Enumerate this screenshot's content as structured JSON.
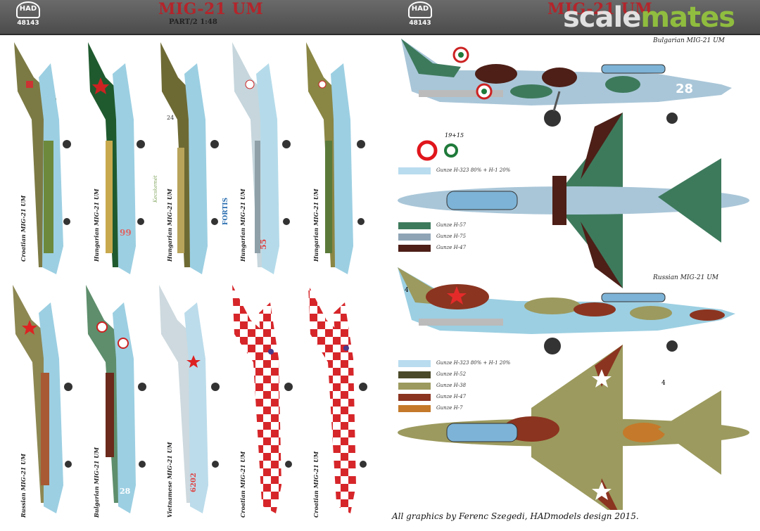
{
  "header": {
    "left_logo": "HAD",
    "left_code": "48143",
    "left_title": "MIG-21 UM",
    "left_subtitle": "PART/2 1:48",
    "right_logo": "HAD",
    "right_code": "48143",
    "right_title": "MIG-21 UM",
    "watermark_a": "scale",
    "watermark_b": "mates"
  },
  "top_row_labels": [
    "Croatian MIG-21 UM",
    "Hungarian MIG-21 UM",
    "Hungarian MIG-21 UM",
    "Hungarian MIG-21 UM",
    "Hungarian MIG-21 UM"
  ],
  "bottom_row_labels": [
    "Russian MIG-21 UM",
    "Bulgarian MIG-21 UM",
    "Vietnamese MIG-21 UM",
    "Croatian MIG-21 UM",
    "Croatian MIG-21 UM"
  ],
  "profiles": {
    "bulgarian_caption": "Bulgarian MIG-21 UM",
    "russian_caption": "Russian MIG-21 UM",
    "bulgarian_number": "28",
    "roundel_note": "19+15",
    "russian_callout": "4",
    "hungarian_top_number": "55",
    "viet_number": "6202",
    "bulgarian_small_number": "28",
    "fortis": "FORTIS"
  },
  "legend_bulgarian": [
    {
      "label": "Gunze H-323 80% + H-1 20%",
      "color": "#b9dcef"
    },
    {
      "label": "Gunze H-57",
      "color": "#3d7a5c"
    },
    {
      "label": "Gunze H-75",
      "color": "#8fa5b6"
    },
    {
      "label": "Gunze H-47",
      "color": "#4d1f17"
    }
  ],
  "legend_russian": [
    {
      "label": "Gunze H-323 80% + H-1 20%",
      "color": "#b9dcef"
    },
    {
      "label": "Gunze H-52",
      "color": "#4a4a2a"
    },
    {
      "label": "Gunze H-38",
      "color": "#9c9a5e"
    },
    {
      "label": "Gunze H-47",
      "color": "#8b3420"
    },
    {
      "label": "Gunze H-7",
      "color": "#c47a2a"
    }
  ],
  "credit": "All graphics by Ferenc Szegedi, HADmodels design 2015."
}
